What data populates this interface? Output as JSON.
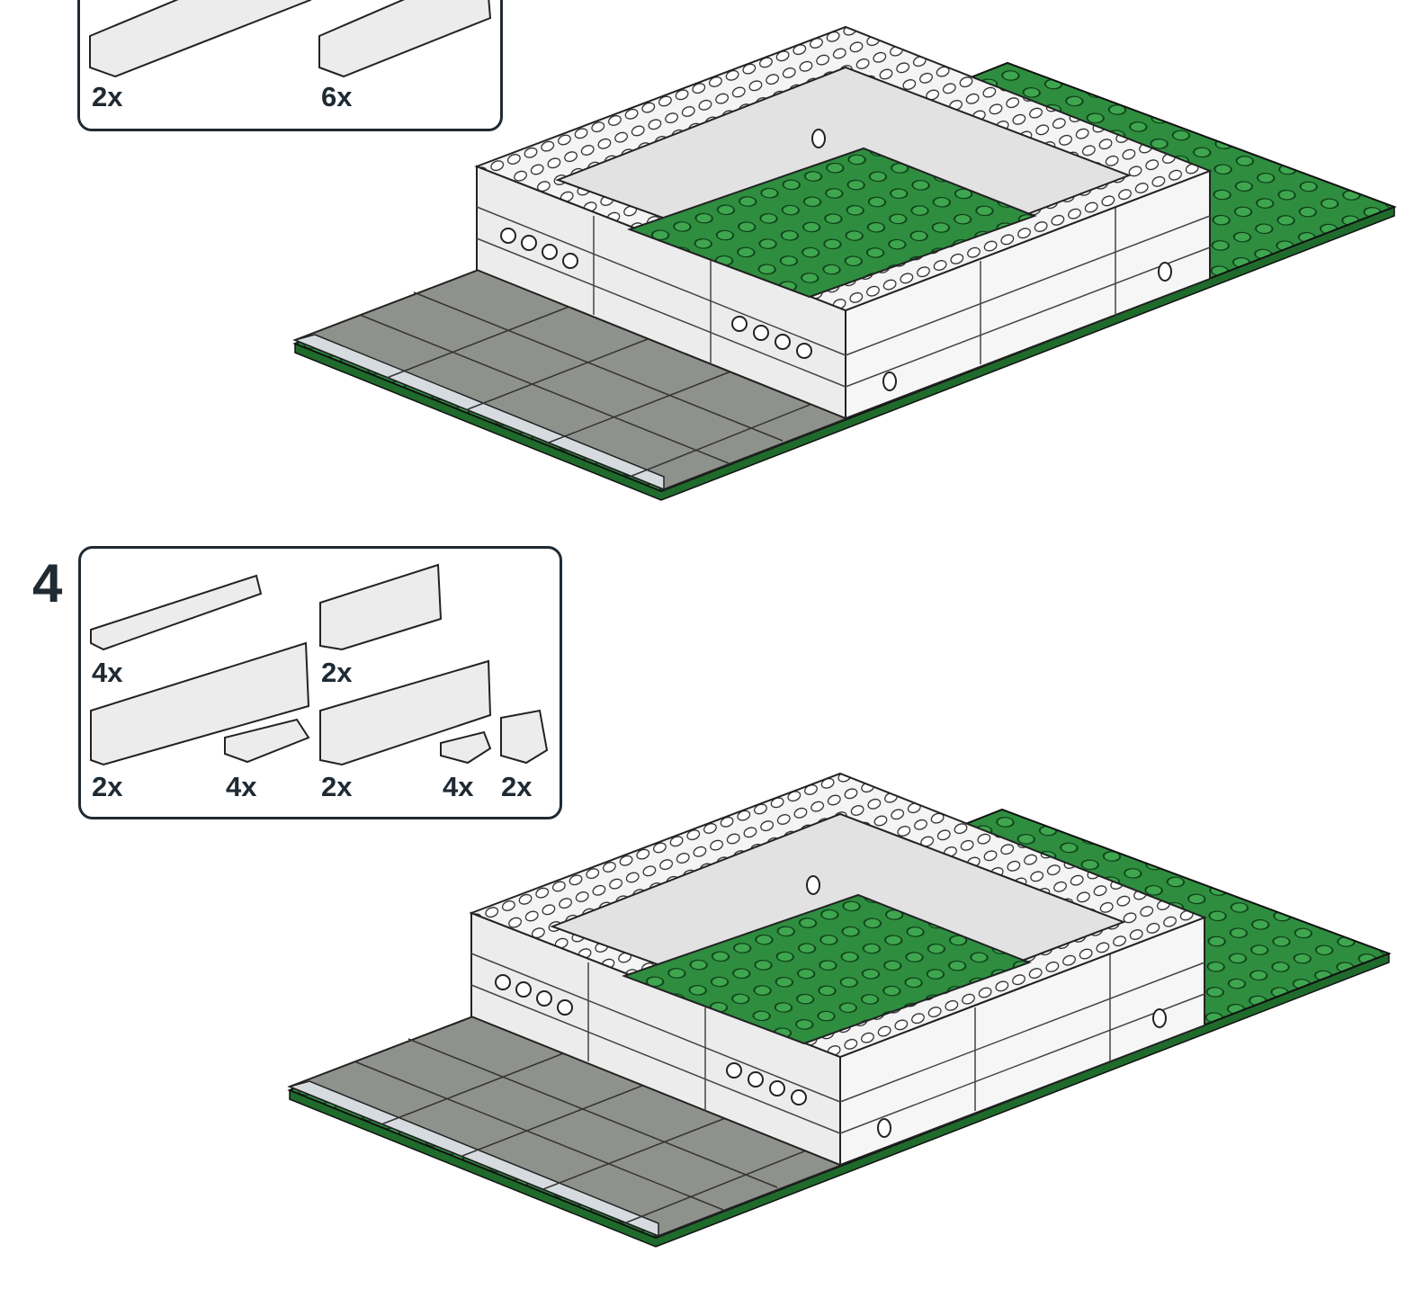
{
  "colors": {
    "ink": "#1f2a33",
    "baseplate_green": "#2e8b3e",
    "road_gray": "#8f918c",
    "brick_white": "#f2f2f2"
  },
  "step_3": {
    "parts": [
      {
        "quantity": "2x"
      },
      {
        "quantity": "6x"
      }
    ]
  },
  "step_4": {
    "number": "4",
    "parts": [
      {
        "quantity": "4x"
      },
      {
        "quantity": "2x"
      },
      {
        "quantity": "2x"
      },
      {
        "quantity": "4x"
      },
      {
        "quantity": "2x"
      },
      {
        "quantity": "4x"
      },
      {
        "quantity": "2x"
      }
    ]
  }
}
